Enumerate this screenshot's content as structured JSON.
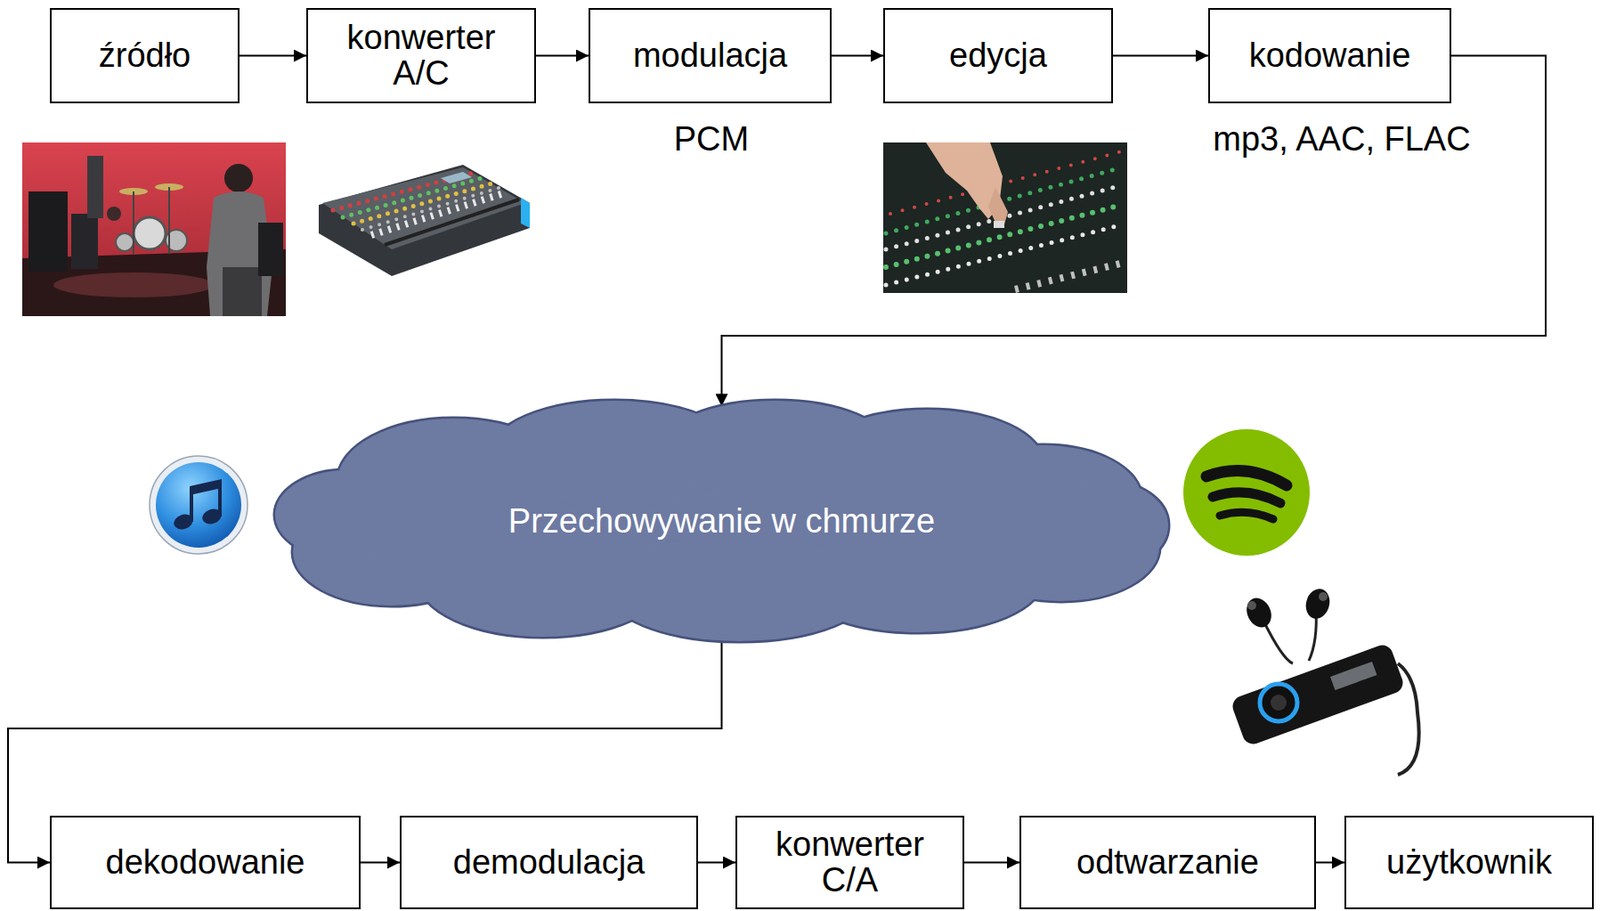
{
  "diagram": {
    "nodes": [
      {
        "text": [
          "źródło"
        ]
      },
      {
        "text": [
          "konwerter A/C"
        ]
      },
      {
        "text": [
          "modulacja"
        ]
      },
      {
        "text": [
          "edycja"
        ]
      },
      {
        "text": [
          "kodowanie"
        ]
      },
      {
        "text": [
          "Przechowywanie w chmurze"
        ]
      },
      {
        "text": [
          "dekodowanie"
        ]
      },
      {
        "text": [
          "demodulacja"
        ]
      },
      {
        "text": [
          "konwerter C/A"
        ]
      },
      {
        "text": [
          "odtwarzanie"
        ]
      },
      {
        "text": [
          "użytkownik"
        ]
      }
    ],
    "edges": [
      {
        "from": 0,
        "to": 1,
        "arrow": "to"
      },
      {
        "from": 1,
        "to": 2,
        "arrow": "to"
      },
      {
        "from": 2,
        "to": 3,
        "arrow": "to"
      },
      {
        "from": 3,
        "to": 4,
        "arrow": "to"
      },
      {
        "from": 4,
        "to": 5,
        "arrow": "to"
      },
      {
        "from": 5,
        "to": 6,
        "arrow": "to"
      },
      {
        "from": 6,
        "to": 7,
        "arrow": "to"
      },
      {
        "from": 7,
        "to": 8,
        "arrow": "to"
      },
      {
        "from": 8,
        "to": 9,
        "arrow": "to"
      },
      {
        "from": 9,
        "to": 10,
        "arrow": "to"
      }
    ],
    "labels": [
      "PCM",
      "mp3, AAC, FLAC"
    ]
  }
}
